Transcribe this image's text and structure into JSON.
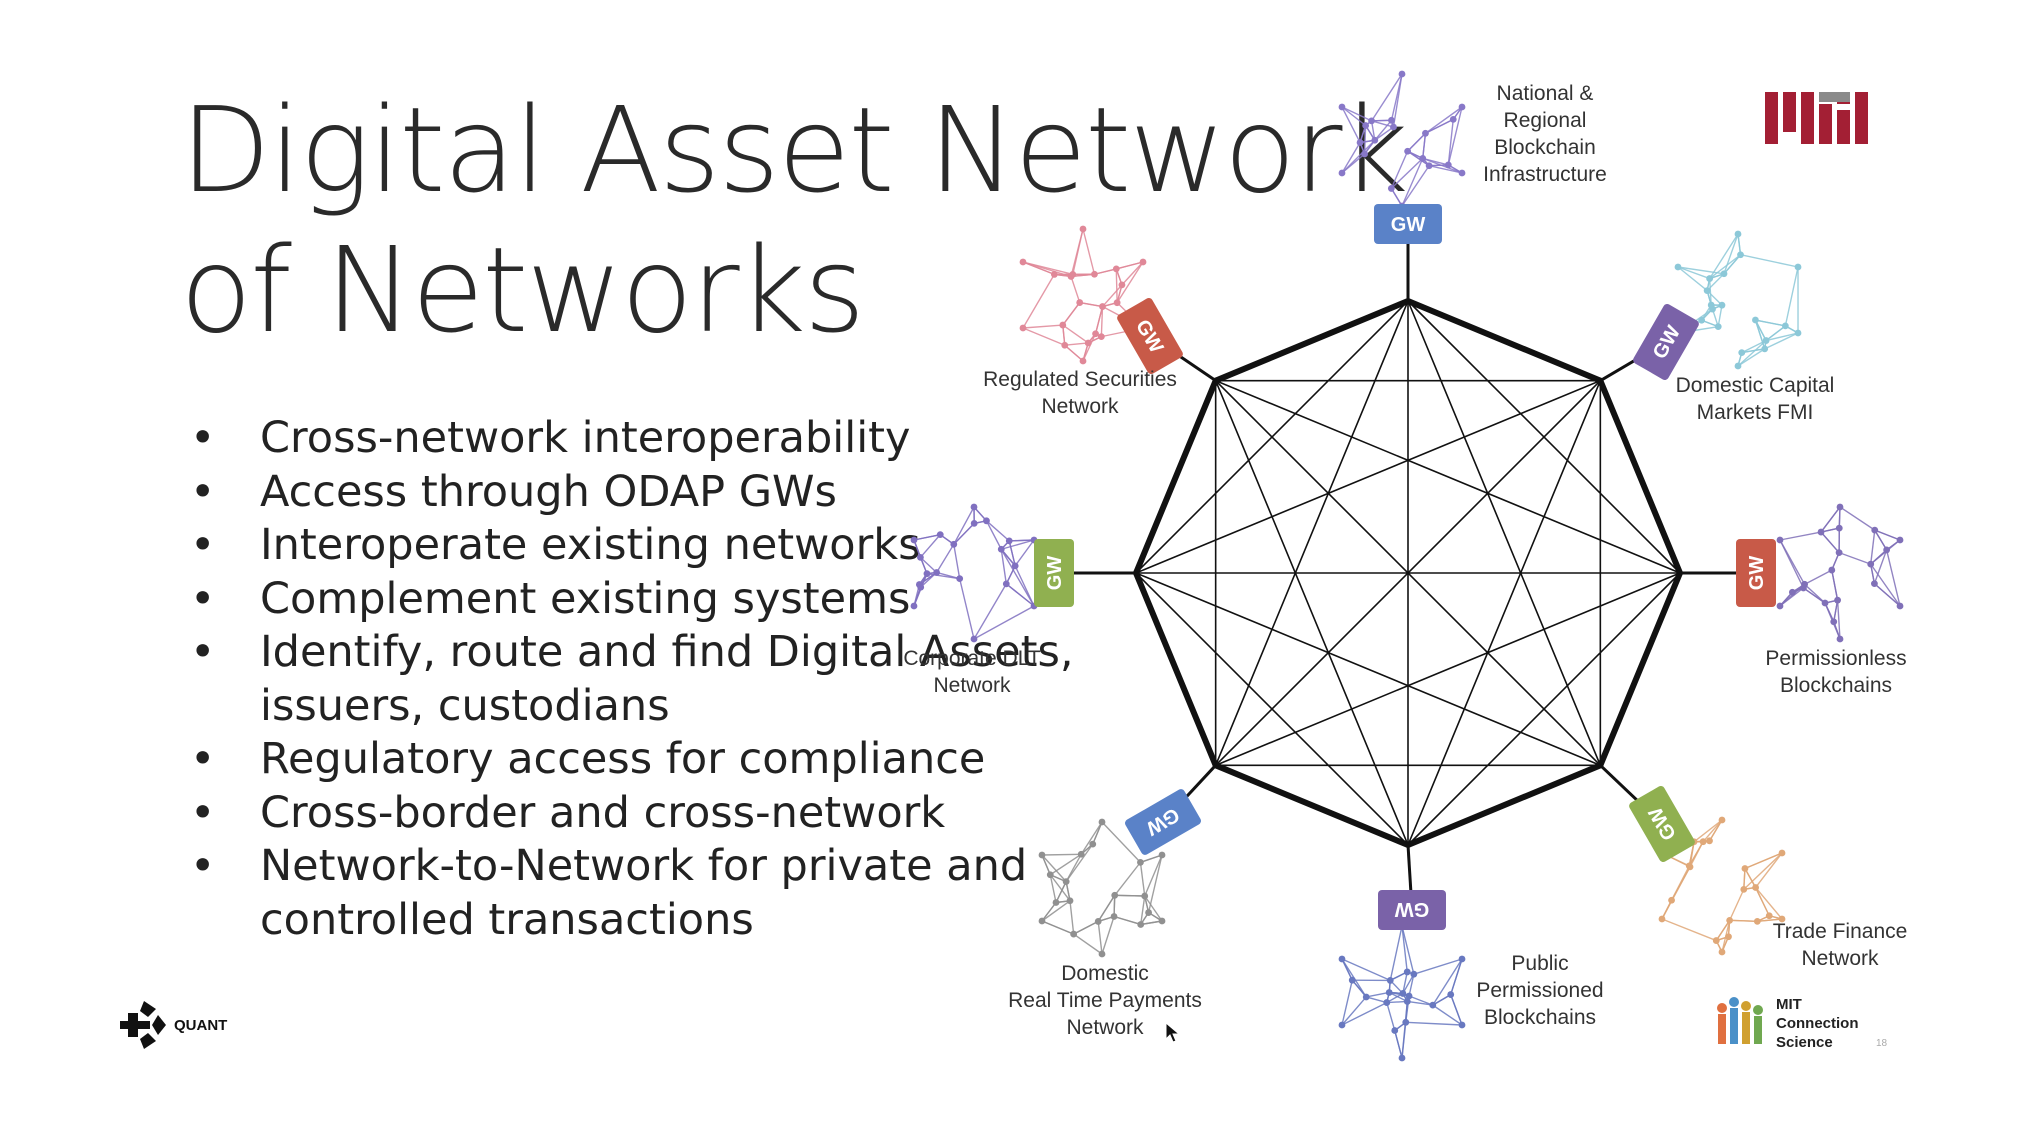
{
  "title": {
    "line1": "Digital Asset Network",
    "line2": "of Networks"
  },
  "bullets": [
    "Cross-network interoperability",
    "Access through ODAP GWs",
    "Interoperate existing networks",
    "Complement existing systems",
    "Identify, route and find Digital Assets, issuers, custodians",
    "Regulatory access for compliance",
    "Cross-border and cross-network",
    "Network-to-Network for private and controlled transactions"
  ],
  "gateway_label": "GW",
  "networks": [
    {
      "id": "top",
      "lines": [
        "National &",
        "Regional",
        "Blockchain",
        "Infrastructure"
      ],
      "color": "#8878c8",
      "gw_color": "#5a82c8"
    },
    {
      "id": "top-right",
      "lines": [
        "Domestic Capital",
        "Markets FMI"
      ],
      "color": "#8cc8d8",
      "gw_color": "#7a62a8"
    },
    {
      "id": "right",
      "lines": [
        "Permissionless",
        "Blockchains"
      ],
      "color": "#8070b8",
      "gw_color": "#c85a48"
    },
    {
      "id": "bottom-right",
      "lines": [
        "Trade Finance",
        "Network"
      ],
      "color": "#e0a878",
      "gw_color": "#90b050"
    },
    {
      "id": "bottom",
      "lines": [
        "Public",
        "Permissioned",
        "Blockchains"
      ],
      "color": "#6878c0",
      "gw_color": "#7a62a8"
    },
    {
      "id": "bottom-left",
      "lines": [
        "Domestic",
        "Real Time Payments",
        "Network"
      ],
      "color": "#909090",
      "gw_color": "#5a82c8"
    },
    {
      "id": "left",
      "lines": [
        "Corporate DLT",
        "Network"
      ],
      "color": "#8070c0",
      "gw_color": "#90b050"
    },
    {
      "id": "top-left",
      "lines": [
        "Regulated Securities",
        "Network"
      ],
      "color": "#e08898",
      "gw_color": "#c85a48"
    }
  ],
  "logos": {
    "quant": "QUANT",
    "mit_connection_science": [
      "MIT",
      "Connection",
      "Science"
    ]
  },
  "page_number": "18",
  "colors": {
    "mit_red": "#a31f34",
    "edge": "#111111"
  }
}
